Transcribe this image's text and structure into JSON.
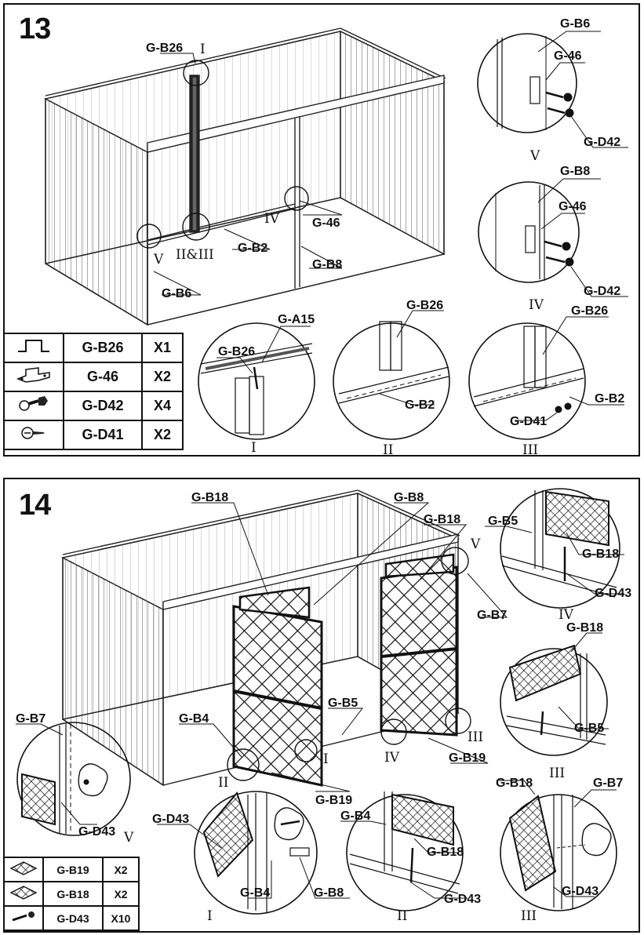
{
  "step13": {
    "number": "13",
    "labels": {
      "gb26_main": "G-B26",
      "g46_main": "G-46",
      "gb2_main": "G-B2",
      "gb8_main": "G-B8",
      "gb6_main": "G-B6",
      "gb6_v": "G-B6",
      "g46_v": "G-46",
      "gd42_v": "G-D42",
      "gb8_iv": "G-B8",
      "g46_iv": "G-46",
      "gd42_iv": "G-D42",
      "ga15_i": "G-A15",
      "gb26_i": "G-B26",
      "gb26_ii": "G-B26",
      "gb2_ii": "G-B2",
      "gb26_iii": "G-B26",
      "gb2_iii": "G-B2",
      "gd41_iii": "G-D41"
    },
    "romans": {
      "i_main": "I",
      "ii_iii_main": "II&III",
      "iv_main": "IV",
      "v_main": "V",
      "v_detail": "V",
      "iv_detail": "IV",
      "i_detail": "I",
      "ii_detail": "II",
      "iii_detail": "III"
    },
    "parts": [
      {
        "icon": "channel-bracket-icon",
        "code": "G-B26",
        "qty": "X1"
      },
      {
        "icon": "u-bracket-icon",
        "code": "G-46",
        "qty": "X2"
      },
      {
        "icon": "bolt-nut-icon",
        "code": "G-D42",
        "qty": "X4"
      },
      {
        "icon": "screw-icon",
        "code": "G-D41",
        "qty": "X2"
      }
    ]
  },
  "step14": {
    "number": "14",
    "labels": {
      "gb18_a": "G-B18",
      "gb8_main": "G-B8",
      "gb18_b": "G-B18",
      "gb7_main": "G-B7",
      "gb5_main": "G-B5",
      "gb4_main": "G-B4",
      "gb19_a": "G-B19",
      "gb19_b": "G-B19",
      "gb7_v": "G-B7",
      "gd43_v": "G-D43",
      "gb5_iv": "G-B5",
      "gb18_iv": "G-B18",
      "gd43_iv": "G-D43",
      "gb18_iii_top": "G-B18",
      "gb5_iii_top": "G-B5",
      "gd43_i": "G-D43",
      "gb4_i": "G-B4",
      "gb8_i": "G-B8",
      "gb4_ii": "G-B4",
      "gb18_ii": "G-B18",
      "gd43_ii": "G-D43",
      "gb18_iii": "G-B18",
      "gb7_iii": "G-B7",
      "gd43_iii": "G-D43"
    },
    "romans": {
      "v_main": "V",
      "iii_main": "III",
      "iv_main": "IV",
      "i_main": "I",
      "ii_main": "II",
      "v_detail": "V",
      "iv_detail": "IV",
      "iii_top_detail": "III",
      "i_detail": "I",
      "ii_detail": "II",
      "iii_detail": "III"
    },
    "parts": [
      {
        "icon": "mesh-panel-icon",
        "code": "G-B19",
        "qty": "X2"
      },
      {
        "icon": "mesh-panel-icon",
        "code": "G-B18",
        "qty": "X2"
      },
      {
        "icon": "screw-icon",
        "code": "G-D43",
        "qty": "X10"
      }
    ]
  }
}
